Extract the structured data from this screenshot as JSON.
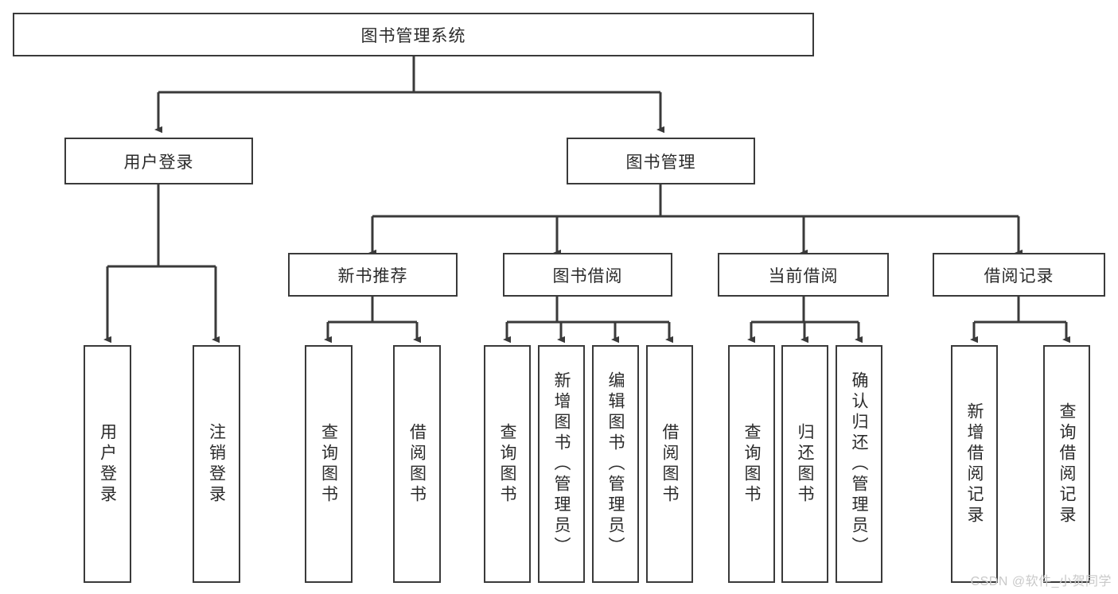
{
  "diagram": {
    "type": "tree-hierarchy",
    "title": "图书管理系统",
    "watermark": "CSDN @软件_小贺同学",
    "colors": {
      "border": "#3a3a3a",
      "background": "#ffffff",
      "text": "#2b2b2b",
      "edge": "#3a3a3a",
      "watermark": "#c9c9c9"
    },
    "nodes": {
      "root": {
        "label": "图书管理系统",
        "level": 0
      },
      "user_login": {
        "label": "用户登录",
        "level": 1
      },
      "book_manage": {
        "label": "图书管理",
        "level": 1
      },
      "new_book_rec": {
        "label": "新书推荐",
        "level": 2
      },
      "book_borrow": {
        "label": "图书借阅",
        "level": 2
      },
      "current_borrow": {
        "label": "当前借阅",
        "level": 2
      },
      "borrow_record": {
        "label": "借阅记录",
        "level": 2
      },
      "leaf_user_login": {
        "label": "用户登录",
        "level": 2
      },
      "leaf_logout": {
        "label": "注销登录",
        "level": 2
      },
      "leaf_query_book_1": {
        "label": "查询图书",
        "level": 3
      },
      "leaf_borrow_book_1": {
        "label": "借阅图书",
        "level": 3
      },
      "leaf_query_book_2": {
        "label": "查询图书",
        "level": 3
      },
      "leaf_add_book": {
        "label": "新增图书（管理员）",
        "level": 3
      },
      "leaf_edit_book": {
        "label": "编辑图书（管理员）",
        "level": 3
      },
      "leaf_borrow_book_2": {
        "label": "借阅图书",
        "level": 3
      },
      "leaf_query_book_3": {
        "label": "查询图书",
        "level": 3
      },
      "leaf_return_book": {
        "label": "归还图书",
        "level": 3
      },
      "leaf_confirm_return": {
        "label": "确认归还（管理员）",
        "level": 3
      },
      "leaf_add_record": {
        "label": "新增借阅记录",
        "level": 3
      },
      "leaf_query_record": {
        "label": "查询借阅记录",
        "level": 3
      }
    },
    "edges": [
      {
        "from": "root",
        "to": "user_login"
      },
      {
        "from": "root",
        "to": "book_manage"
      },
      {
        "from": "user_login",
        "to": "leaf_user_login"
      },
      {
        "from": "user_login",
        "to": "leaf_logout"
      },
      {
        "from": "book_manage",
        "to": "new_book_rec"
      },
      {
        "from": "book_manage",
        "to": "book_borrow"
      },
      {
        "from": "book_manage",
        "to": "current_borrow"
      },
      {
        "from": "book_manage",
        "to": "borrow_record"
      },
      {
        "from": "new_book_rec",
        "to": "leaf_query_book_1"
      },
      {
        "from": "new_book_rec",
        "to": "leaf_borrow_book_1"
      },
      {
        "from": "book_borrow",
        "to": "leaf_query_book_2"
      },
      {
        "from": "book_borrow",
        "to": "leaf_add_book"
      },
      {
        "from": "book_borrow",
        "to": "leaf_edit_book"
      },
      {
        "from": "book_borrow",
        "to": "leaf_borrow_book_2"
      },
      {
        "from": "current_borrow",
        "to": "leaf_query_book_3"
      },
      {
        "from": "current_borrow",
        "to": "leaf_return_book"
      },
      {
        "from": "current_borrow",
        "to": "leaf_confirm_return"
      },
      {
        "from": "borrow_record",
        "to": "leaf_add_record"
      },
      {
        "from": "borrow_record",
        "to": "leaf_query_record"
      }
    ]
  }
}
